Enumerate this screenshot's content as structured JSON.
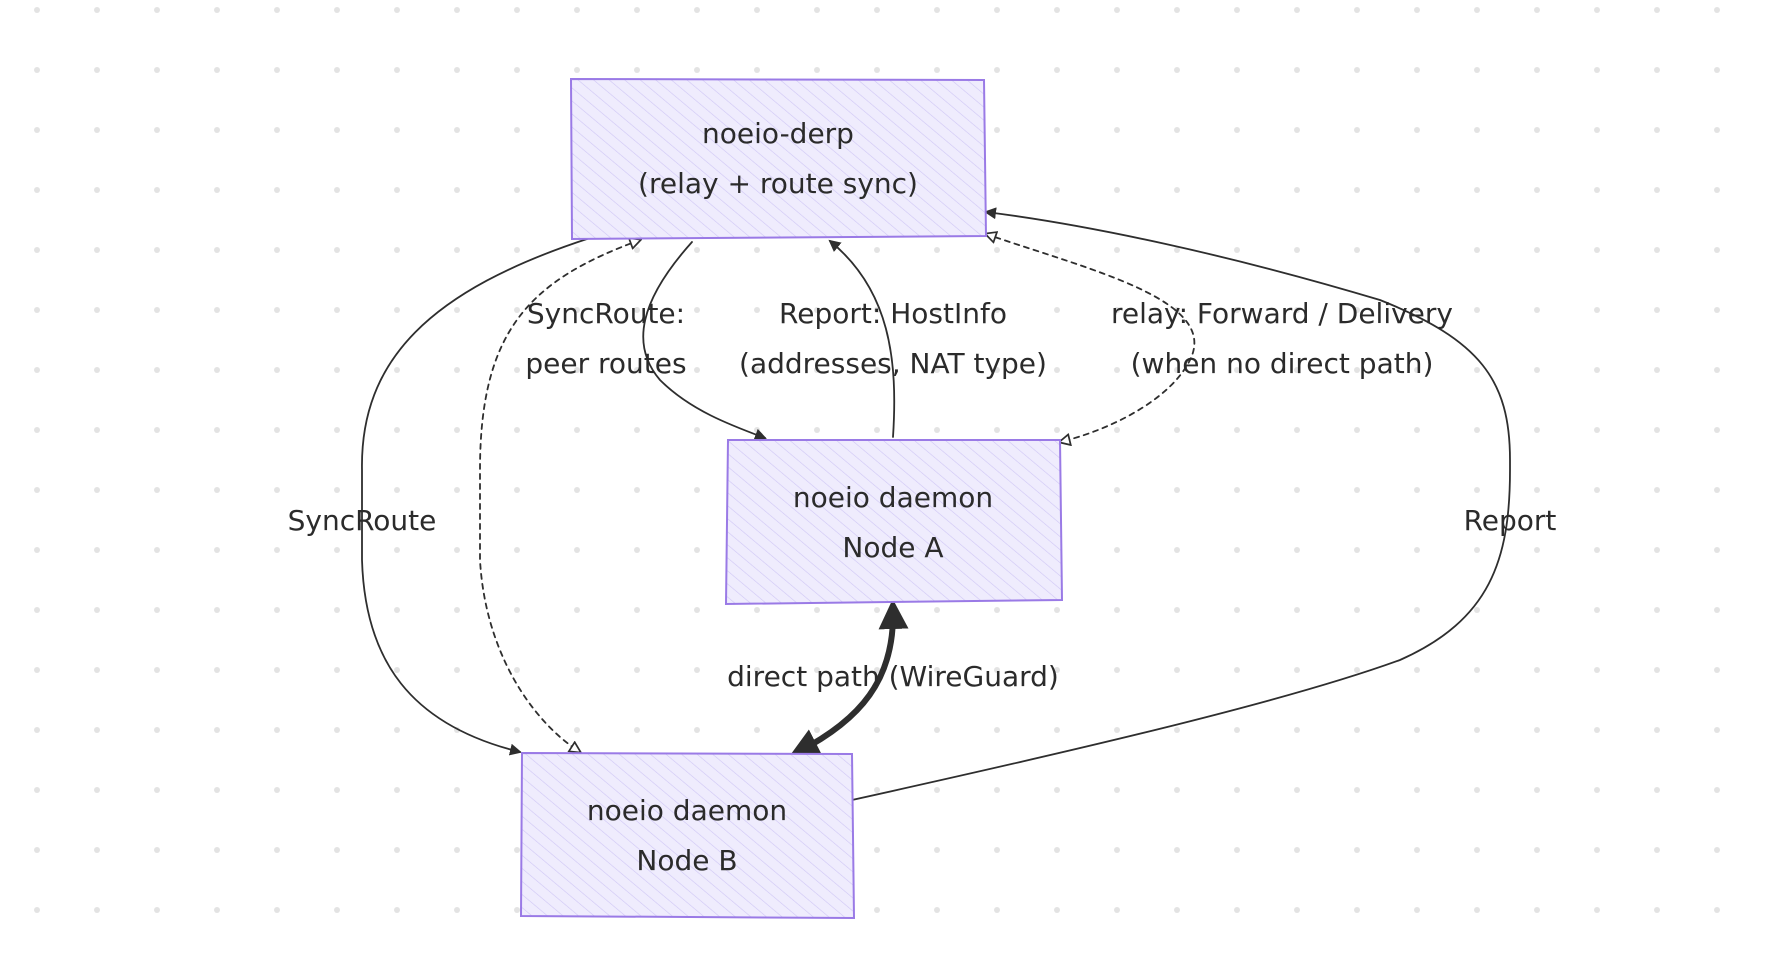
{
  "diagram": {
    "colors": {
      "background": "#ffffff",
      "dot": "#e3e3e3",
      "node_fill": "#efecfd",
      "node_stroke": "#9a7ae6",
      "hatch": "#cfc6f5",
      "edge": "#2e2e2e",
      "text": "#2b2b2b"
    },
    "nodes": {
      "derp": {
        "line1": "noeio-derp",
        "line2": "(relay + route sync)"
      },
      "node_a": {
        "line1": "noeio daemon",
        "line2": "Node A"
      },
      "node_b": {
        "line1": "noeio daemon",
        "line2": "Node B"
      }
    },
    "edges": {
      "sync_route_a": {
        "line1": "SyncRoute:",
        "line2": "peer routes",
        "style": "solid"
      },
      "report_a": {
        "line1": "Report: HostInfo",
        "line2": "(addresses, NAT type)",
        "style": "solid"
      },
      "relay": {
        "line1": "relay: Forward / Delivery",
        "line2": "(when no direct path)",
        "style": "dashed"
      },
      "sync_route_b": {
        "label": "SyncRoute",
        "style": "solid"
      },
      "report_b": {
        "label": "Report",
        "style": "solid"
      },
      "relay_b": {
        "label": "",
        "style": "dashed"
      },
      "direct": {
        "label": "direct path (WireGuard)",
        "style": "thick"
      }
    }
  }
}
